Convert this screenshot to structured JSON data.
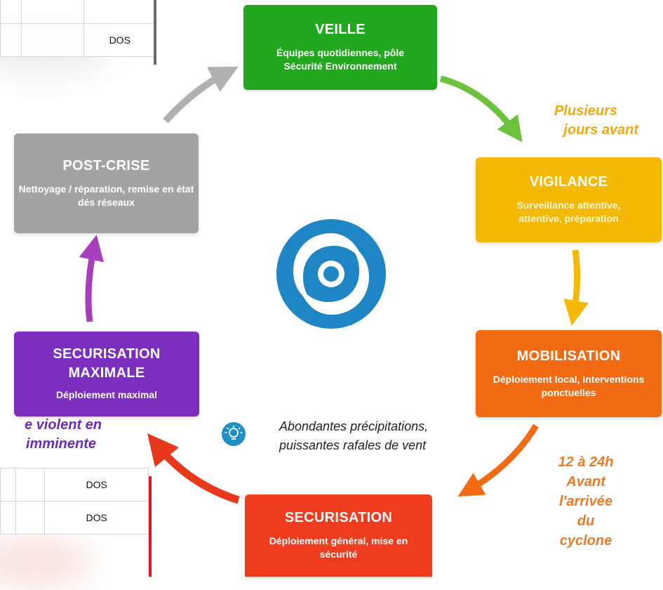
{
  "colors": {
    "veille": "#21a81f",
    "vigilance": "#f4b905",
    "mobilisation": "#f26b12",
    "securisation": "#ef3b1e",
    "securisation_max": "#7c2fbe",
    "post_crise": "#a3a3a3",
    "arrow_green": "#6cc23c",
    "arrow_yellow": "#f4b905",
    "arrow_orange": "#f26b12",
    "arrow_red": "#e8381c",
    "arrow_purple": "#a63fbd",
    "arrow_gray": "#b0b0b0",
    "note_yellow": "#f4a914",
    "note_orange": "#ef7a26",
    "note_purple": "#6a2bbf",
    "hurricane_blue": "#1e86c4",
    "red_line": "#e0141b"
  },
  "phases": {
    "veille": {
      "title": "VEILLE",
      "desc": "Équipes quotidiennes, pôle Sécurité Environnement"
    },
    "vigilance": {
      "title": "VIGILANCE",
      "desc": "Surveillance attentive, attentive, préparation"
    },
    "mobilisation": {
      "title": "MOBILISATION",
      "desc": "Déploiement local, interventions ponctuelles"
    },
    "securisation": {
      "title": "SECURISATION",
      "desc": "Déploiement général, mise en sécurité"
    },
    "securisation_max": {
      "title_line1": "SECURISATION",
      "title_line2": "MAXIMALE",
      "desc": "Déploiement maximal"
    },
    "post_crise": {
      "title": "POST-CRISE",
      "desc": "Nettoyage / réparation, remise en état dés réseaux"
    }
  },
  "notes": {
    "plusieurs_line1": "Plusieurs",
    "plusieurs_line2": "jours avant",
    "hours_line1": "12 à 24h",
    "hours_line2": "Avant",
    "hours_line3": "l'arrivée",
    "hours_line4": "du",
    "hours_line5": "cyclone",
    "violent_line1": "e violent en",
    "violent_line2": "imminente"
  },
  "tip": {
    "icon": "lightbulb-icon",
    "line1": "Abondantes précipitations,",
    "line2": "puissantes rafales de vent"
  },
  "center_icon": "hurricane-icon",
  "table_top": {
    "rows": [
      [
        "",
        "",
        ""
      ],
      [
        "",
        "",
        "DOS"
      ]
    ]
  },
  "table_bottom": {
    "rows": [
      [
        "",
        "",
        "DOS"
      ],
      [
        "",
        "",
        "DOS"
      ]
    ]
  }
}
